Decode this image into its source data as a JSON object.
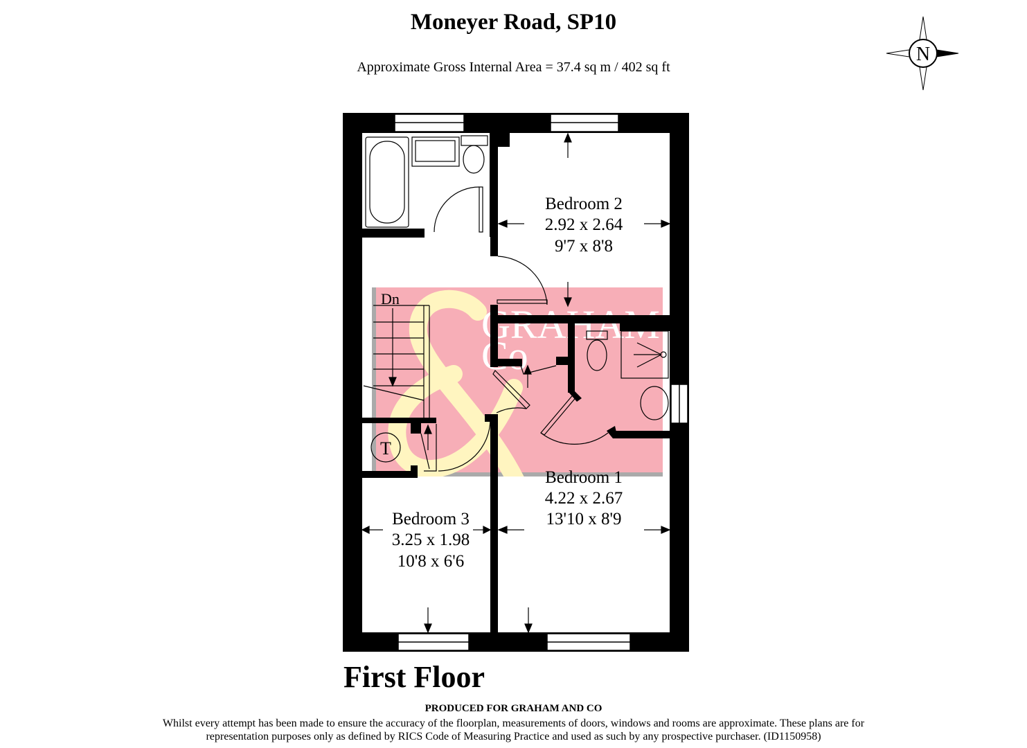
{
  "header": {
    "title": "Moneyer Road, SP10",
    "area": "Approximate Gross Internal Area = 37.4 sq m / 402 sq ft"
  },
  "compass": {
    "icon": "compass-north-icon",
    "label": "N"
  },
  "rooms": [
    {
      "name": "Bedroom 2",
      "metric": "2.92 x 2.64",
      "imperial": "9'7 x 8'8"
    },
    {
      "name": "Bedroom 1",
      "metric": "4.22 x 2.67",
      "imperial": "13'10 x 8'9"
    },
    {
      "name": "Bedroom 3",
      "metric": "3.25 x 1.98",
      "imperial": "10'8 x 6'6"
    }
  ],
  "labels": {
    "stairs": "Dn",
    "tank": "T"
  },
  "watermark": {
    "text": "GRAHAM Co",
    "symbol": "&",
    "color": "#f7a8b2",
    "symbol_color": "#fff5c0"
  },
  "floor_label": "First Floor",
  "footer": {
    "produced": "PRODUCED FOR GRAHAM AND CO",
    "disclaimer": "Whilst every attempt has been made to ensure the accuracy of the floorplan, measurements of doors, windows and rooms are approximate. These plans are for representation purposes only as defined by RICS Code of Measuring Practice and used as such by any prospective purchaser. (ID1150958)"
  }
}
